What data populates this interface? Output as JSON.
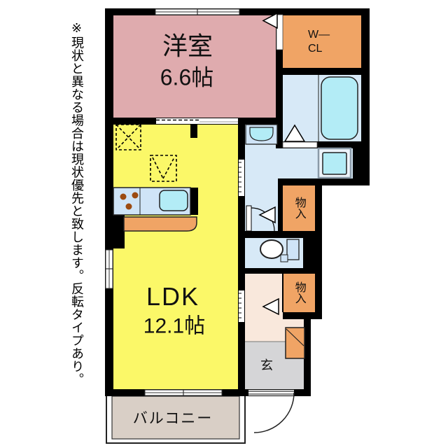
{
  "notice": "※現状と異なる場合は現状優先と致します。反転タイプあり。",
  "rooms": {
    "western": {
      "name": "洋室",
      "size": "6.6帖"
    },
    "ldk": {
      "name": "LDK",
      "size": "12.1帖"
    },
    "wcl": {
      "line1": "W—",
      "line2": "CL"
    },
    "storage1": {
      "name": "物入"
    },
    "storage2": {
      "name": "物入"
    },
    "entrance": {
      "name": "玄"
    },
    "balcony": {
      "name": "バルコニー"
    }
  },
  "colors": {
    "wall": "#000000",
    "western_pink": "#dfabae",
    "closet_orange": "#f0a465",
    "ldk_yellow": "#fbf868",
    "wet_blue": "#d7e9f7",
    "fixture_cyan": "#b3ecf6",
    "counter_blue": "#cfe4f7",
    "hall_beige": "#f9e8dc",
    "entrance_gray": "#d5d5d7",
    "balcony_beige": "#d9cfc6",
    "stove_dot": "#9c4a10"
  }
}
